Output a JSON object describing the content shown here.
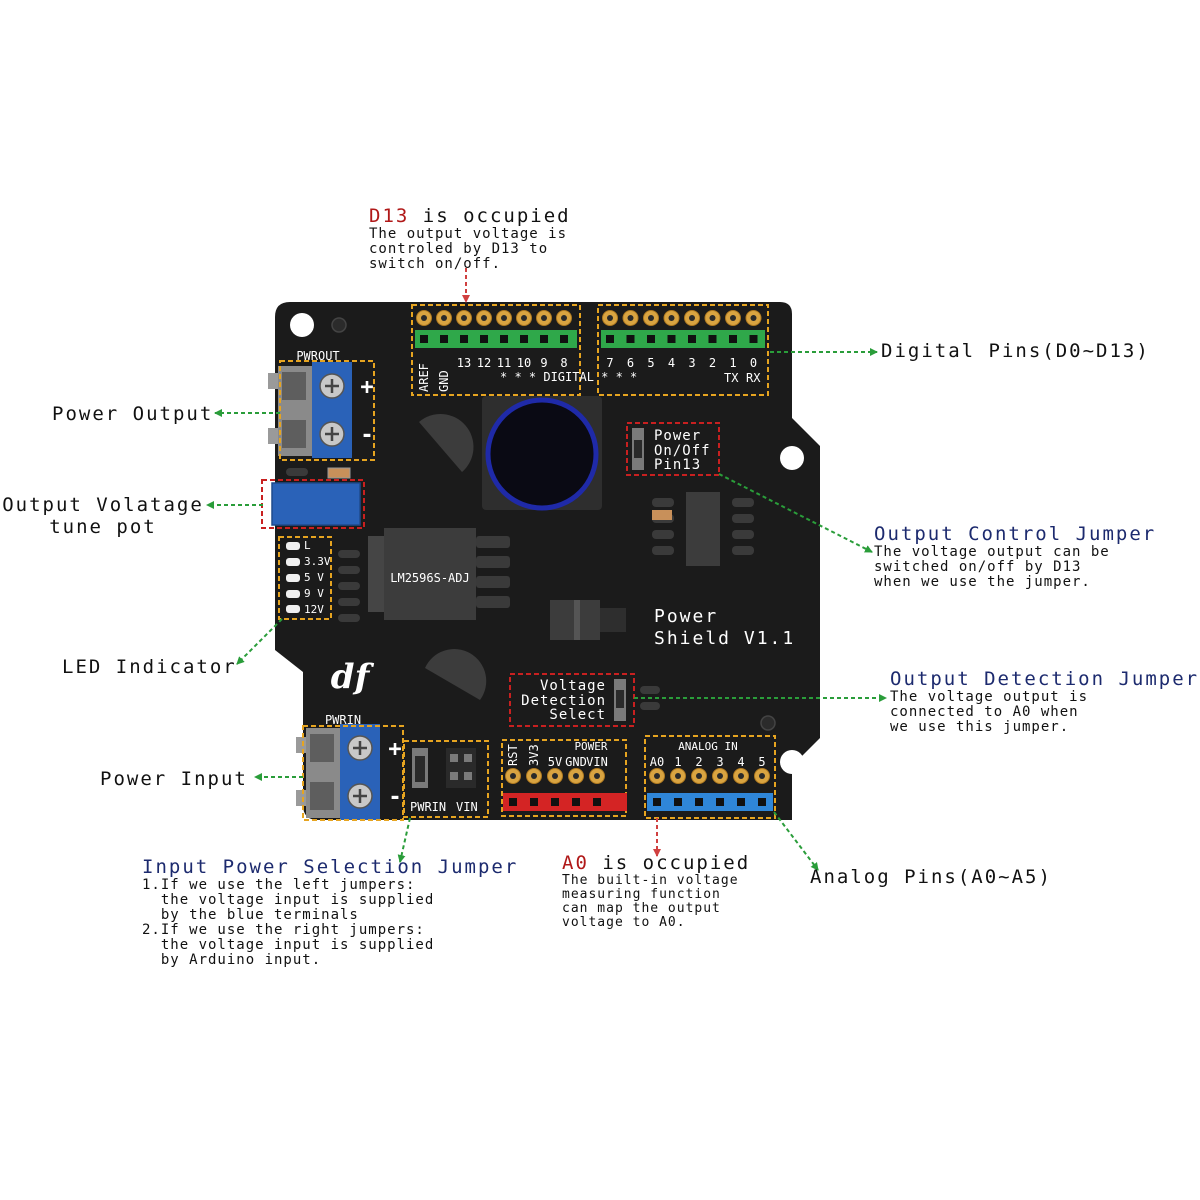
{
  "board": {
    "pwrout_label": "PWROUT",
    "pwrin_label": "PWRIN",
    "plus_symbol": "+",
    "minus_symbol": "-",
    "chip_label": "LM2596S-ADJ",
    "shield_title_1": "Power",
    "shield_title_2": "Shield V1.1",
    "logo": "df",
    "digital_left_labels": [
      "AREF",
      "GND",
      "13",
      "12",
      "11",
      "10",
      "9",
      "8"
    ],
    "digital_right_labels": [
      "7",
      "6",
      "5",
      "4",
      "3",
      "2",
      "1",
      "0"
    ],
    "digital_stars": "*  *  *  DIGITAL *  *       *",
    "tx_label": "TX",
    "rx_label": "RX",
    "power_header_title": "POWER",
    "power_pins": [
      "RST",
      "3V3",
      "5V",
      "GND",
      "VIN"
    ],
    "analog_header_title": "ANALOG IN",
    "analog_pins": [
      "A0",
      "1",
      "2",
      "3",
      "4",
      "5"
    ],
    "led_labels": [
      "L",
      "3.3V",
      "5 V",
      "9 V",
      "12V"
    ],
    "power_onoff_lines": [
      "Power",
      "On/Off",
      "Pin13"
    ],
    "voltage_detect_lines": [
      "Voltage",
      "Detection",
      "Select"
    ],
    "jumper_labels": [
      "PWRIN",
      "VIN"
    ]
  },
  "callouts": {
    "d13": {
      "title_highlight": "D13",
      "title_rest": " is occupied",
      "lines": [
        "The output voltage is",
        "controled by D13 to",
        "switch on/off."
      ]
    },
    "digital_pins": "Digital Pins(D0~D13)",
    "power_output": "Power Output",
    "tune_pot": [
      "Output Volatage",
      "tune pot"
    ],
    "output_control": {
      "title": "Output Control Jumper",
      "lines": [
        "The voltage output can be",
        "switched on/off by D13",
        "when we use the jumper."
      ]
    },
    "led_indicator": "LED Indicator",
    "output_detection": {
      "title": "Output Detection Jumper",
      "lines": [
        "The voltage output is",
        "connected to A0 when",
        "we use this jumper."
      ]
    },
    "power_input": "Power Input",
    "input_power_selection": {
      "title": "Input Power Selection Jumper",
      "lines": [
        "1.If we use the left jumpers:",
        "  the voltage input is supplied",
        "  by the blue terminals",
        "2.If we use the right jumpers:",
        "  the voltage input is supplied",
        "  by Arduino input."
      ]
    },
    "a0": {
      "title_highlight": "A0",
      "title_rest": " is occupied",
      "lines": [
        "The built-in voltage",
        "measuring function",
        "can map the output",
        "voltage to A0."
      ]
    },
    "analog_pins": "Analog Pins(A0~A5)"
  },
  "colors": {
    "board": "#1b1b1b",
    "terminal_blue": "#2a62b8",
    "header_green": "#2fa84a",
    "header_red": "#d42424",
    "header_blue": "#2f86d8",
    "arrow_green": "#2a9d3a",
    "arrow_red": "#d04040",
    "dash_yellow": "#e6a420",
    "dash_red": "#c82020"
  }
}
